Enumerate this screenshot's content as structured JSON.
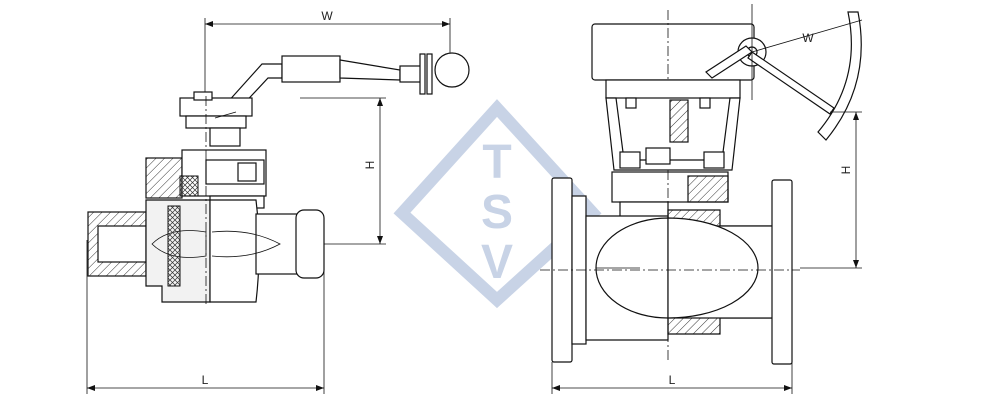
{
  "watermark": {
    "letters": [
      "T",
      "S",
      "V"
    ],
    "color": "#c8d3e6"
  },
  "left_view": {
    "labels": {
      "width": "W",
      "height": "H",
      "length": "L"
    }
  },
  "right_view": {
    "labels": {
      "width": "W",
      "height": "H",
      "length": "L"
    }
  },
  "colors": {
    "line": "#111111",
    "hatch": "#333333",
    "background": "#ffffff"
  }
}
